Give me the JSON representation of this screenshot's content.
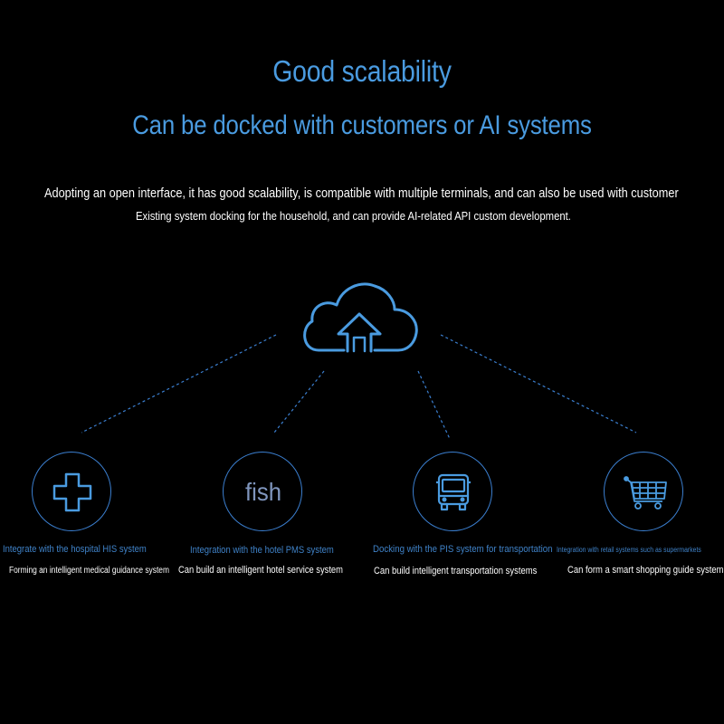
{
  "heading": {
    "title": "Good scalability",
    "subtitle": "Can be docked with customers or AI systems"
  },
  "description": {
    "line1": "Adopting an open interface, it has good scalability, is compatible with multiple terminals, and can also be used with customer",
    "line2": "Existing system docking for the household, and can provide AI-related API custom development."
  },
  "icons": {
    "cloud": "cloud-upload-icon",
    "hospital": "medical-cross-icon",
    "hotel": "fish-text-icon",
    "transport": "bus-icon",
    "retail": "shopping-cart-icon"
  },
  "hotel_icon_text": "fish",
  "integrations": [
    {
      "caption": "Integrate with the hospital HIS system",
      "description": "Forming an intelligent medical guidance system"
    },
    {
      "caption": "Integration with the hotel PMS system",
      "description": "Can build an intelligent hotel service system"
    },
    {
      "caption": "Docking with the PIS system for transportation",
      "description": "Can build intelligent transportation systems"
    },
    {
      "caption": "Integration with retail systems such as supermarkets",
      "description": "Can form a smart shopping guide system"
    }
  ],
  "colors": {
    "background": "#000000",
    "accent": "#4a9be0",
    "line": "#3b7fd0",
    "text": "#ffffff"
  }
}
